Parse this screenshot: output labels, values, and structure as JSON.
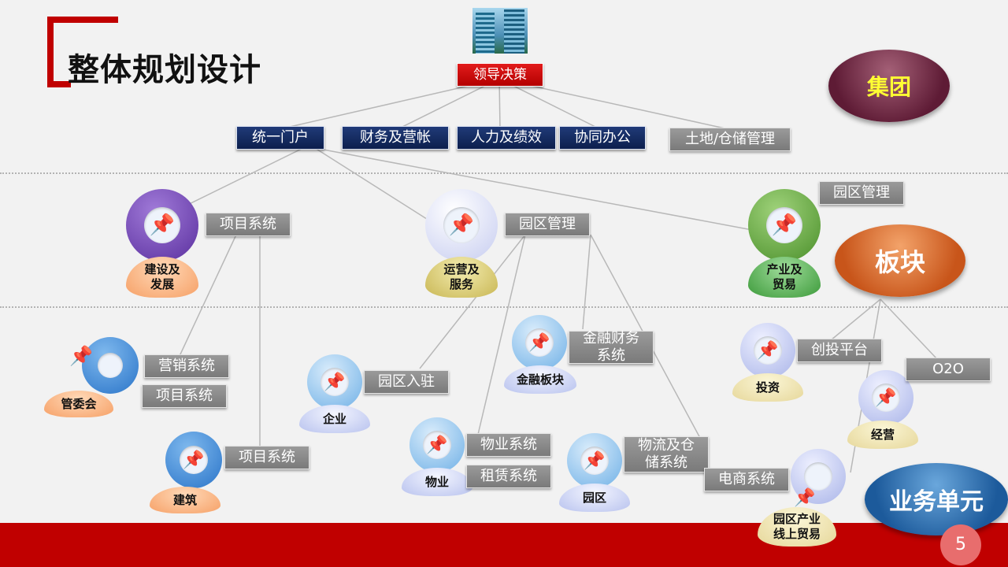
{
  "page": {
    "title": "整体规划设计",
    "page_number": "5"
  },
  "top": {
    "leader": "领导决策"
  },
  "group_systems": [
    "统一门户",
    "财务及营帐",
    "人力及绩效",
    "协同办公",
    "土地/仓储管理"
  ],
  "levels": {
    "group": "集团",
    "sector": "板块",
    "business_unit": "业务单元"
  },
  "sector_nodes": {
    "construction": {
      "name": "建设及\n发展",
      "tag": "项目系统"
    },
    "operations": {
      "name": "运营及\n服务",
      "tag": "园区管理"
    },
    "industry": {
      "name": "产业及\n贸易",
      "tag": "园区管理"
    }
  },
  "unit_nodes": {
    "committee": {
      "name": "管委会",
      "tags": [
        "营销系统",
        "项目系统"
      ]
    },
    "building": {
      "name": "建筑",
      "tag": "项目系统"
    },
    "enterprise": {
      "name": "企业",
      "tag": "园区入驻"
    },
    "finance": {
      "name": "金融板块",
      "tag": "金融财务\n系统"
    },
    "property": {
      "name": "物业",
      "tags": [
        "物业系统",
        "租赁系统"
      ]
    },
    "park": {
      "name": "园区",
      "tag": "物流及仓\n储系统"
    },
    "invest": {
      "name": "投资",
      "tag": "创投平台"
    },
    "operate": {
      "name": "经营",
      "tag": "O2O"
    },
    "ecommerce": {
      "name": "园区产业\n线上贸易",
      "tag": "电商系统"
    }
  },
  "colors": {
    "accent_red": "#c00000",
    "navy": "#0c1f4d",
    "gray_label": "#888888"
  }
}
